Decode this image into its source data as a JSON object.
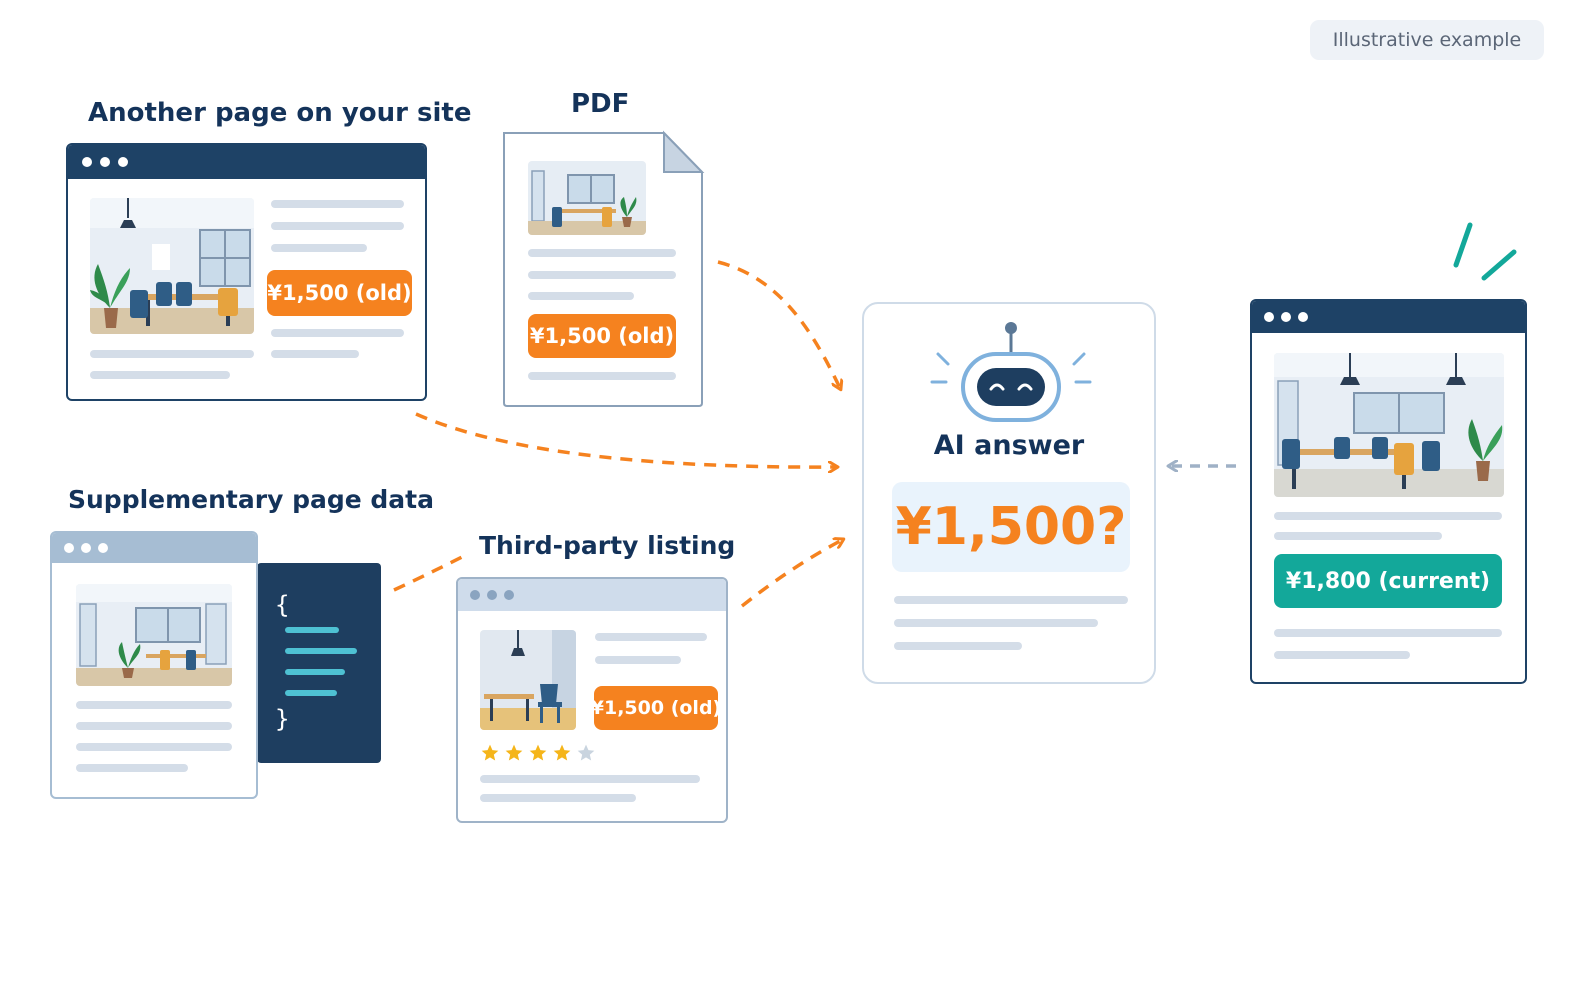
{
  "badge": {
    "text": "Illustrative example"
  },
  "sources": {
    "another_page": {
      "title": "Another page on your site",
      "price": "¥1,500 (old)"
    },
    "pdf": {
      "title": "PDF",
      "price": "¥1,500 (old)"
    },
    "supplementary": {
      "title": "Supplementary page data",
      "code_open": "{",
      "code_close": "}"
    },
    "third_party": {
      "title": "Third-party listing",
      "price": "¥1,500 (old)",
      "rating": 4,
      "rating_max": 5
    }
  },
  "ai": {
    "title": "AI answer",
    "price": "¥1,500?"
  },
  "current_page": {
    "price": "¥1,800 (current)"
  },
  "colors": {
    "navy": "#1e4266",
    "orange": "#f5821f",
    "teal": "#13a89a",
    "star": "#f5b51a",
    "arrow_gray": "#9fb1c6"
  },
  "icons": [
    "robot-icon",
    "star-icon",
    "dashed-arrow-icon",
    "window-dots-icon"
  ]
}
